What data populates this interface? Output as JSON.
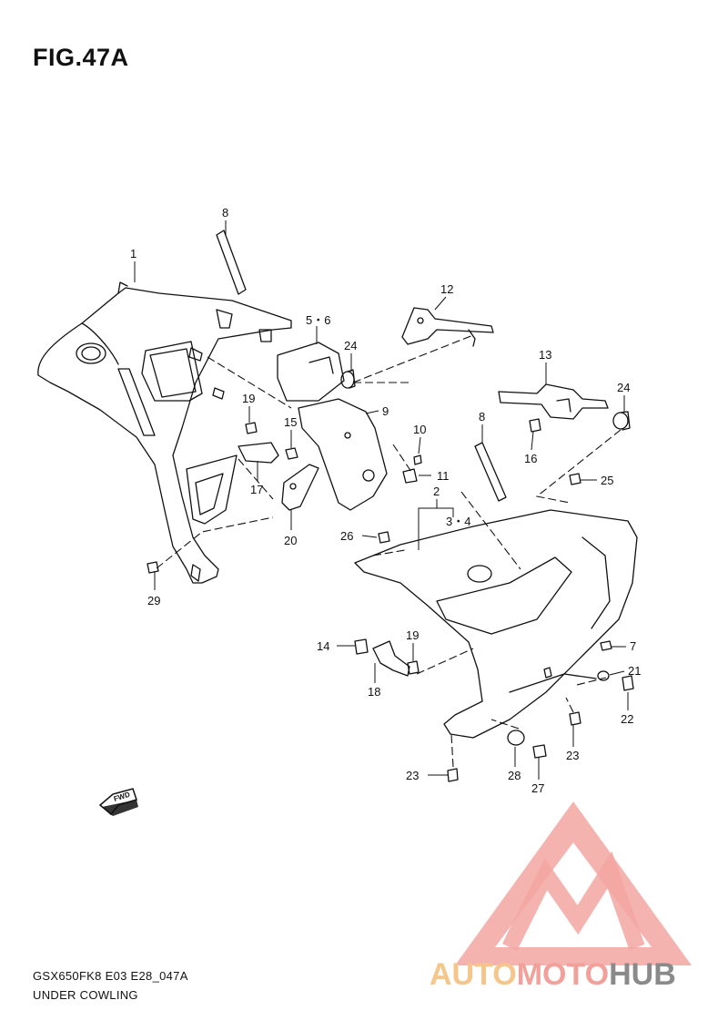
{
  "figure": {
    "title": "FIG.47A",
    "model_code": "GSX650FK8 E03 E28_047A",
    "section_name": "UNDER COWLING",
    "direction_marker": "FWD"
  },
  "callouts": [
    {
      "id": "c1",
      "text": "1"
    },
    {
      "id": "c8a",
      "text": "8"
    },
    {
      "id": "c56",
      "text": "5・6"
    },
    {
      "id": "c12",
      "text": "12"
    },
    {
      "id": "c24a",
      "text": "24"
    },
    {
      "id": "c13",
      "text": "13"
    },
    {
      "id": "c24b",
      "text": "24"
    },
    {
      "id": "c19a",
      "text": "19"
    },
    {
      "id": "c15",
      "text": "15"
    },
    {
      "id": "c9",
      "text": "9"
    },
    {
      "id": "c10",
      "text": "10"
    },
    {
      "id": "c8b",
      "text": "8"
    },
    {
      "id": "c16",
      "text": "16"
    },
    {
      "id": "c17",
      "text": "17"
    },
    {
      "id": "c11",
      "text": "11"
    },
    {
      "id": "c25",
      "text": "25"
    },
    {
      "id": "c2",
      "text": "2"
    },
    {
      "id": "c20",
      "text": "20"
    },
    {
      "id": "c34",
      "text": "3・4"
    },
    {
      "id": "c26",
      "text": "26"
    },
    {
      "id": "c29",
      "text": "29"
    },
    {
      "id": "c14",
      "text": "14"
    },
    {
      "id": "c19b",
      "text": "19"
    },
    {
      "id": "c7",
      "text": "7"
    },
    {
      "id": "c18",
      "text": "18"
    },
    {
      "id": "c21",
      "text": "21"
    },
    {
      "id": "c22",
      "text": "22"
    },
    {
      "id": "c23a",
      "text": "23"
    },
    {
      "id": "c23b",
      "text": "23"
    },
    {
      "id": "c28",
      "text": "28"
    },
    {
      "id": "c27",
      "text": "27"
    }
  ],
  "watermark": {
    "text_auto": "AUTO",
    "text_moto": "MOTO",
    "text_hub": "HUB",
    "colors": {
      "auto": "#f6c58a",
      "moto": "#f2a19a",
      "hub": "#8a8a8a",
      "triangle": "#f3a6a2"
    }
  }
}
